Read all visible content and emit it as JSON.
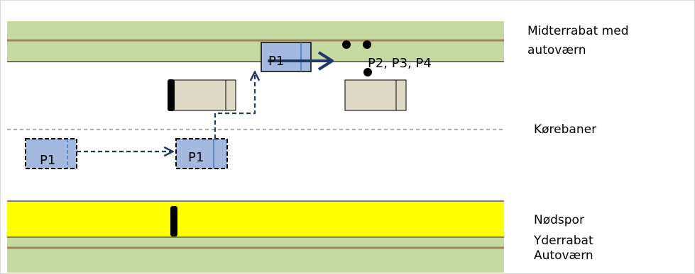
{
  "labels": {
    "median_line1": "Midterrabat med",
    "median_line2": "autoværn",
    "lanes": "Kørebaner",
    "emergency_lane": "Nødspor",
    "outer_verge": "Yderrabat",
    "outer_guardrail": "Autoværn"
  },
  "vehicles": {
    "p1_start": "P1",
    "p1_mid": "P1",
    "p1_end": "P1",
    "other_persons": "P2, P3, P4"
  },
  "colors": {
    "verge": "#c5d9a0",
    "guardrail": "#9c8560",
    "emergency_lane": "#ffff00",
    "vehicle_p1": "#a3b9df",
    "vehicle_other": "#ded8c6",
    "arrow": "#1f3864"
  }
}
